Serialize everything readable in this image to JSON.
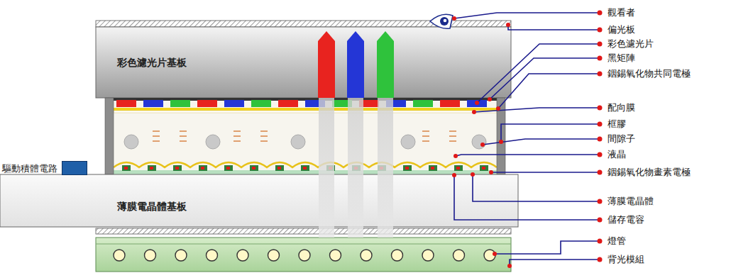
{
  "diagram": {
    "nodes": [
      {
        "text": [
          "彩色濾光片基板"
        ]
      },
      {
        "text": [
          "薄膜電晶體基板"
        ]
      },
      {
        "text": [
          "驅動積體電路"
        ]
      }
    ],
    "labels": [
      "觀看者",
      "偏光板",
      "彩色濾光片",
      "黑矩陣",
      "銦錫氧化物共同電極",
      "配向膜",
      "框膠",
      "間隙子",
      "液晶",
      "銦錫氧化物畫素電極",
      "薄膜電晶體",
      "儲存電容",
      "燈管",
      "背光模組"
    ]
  }
}
